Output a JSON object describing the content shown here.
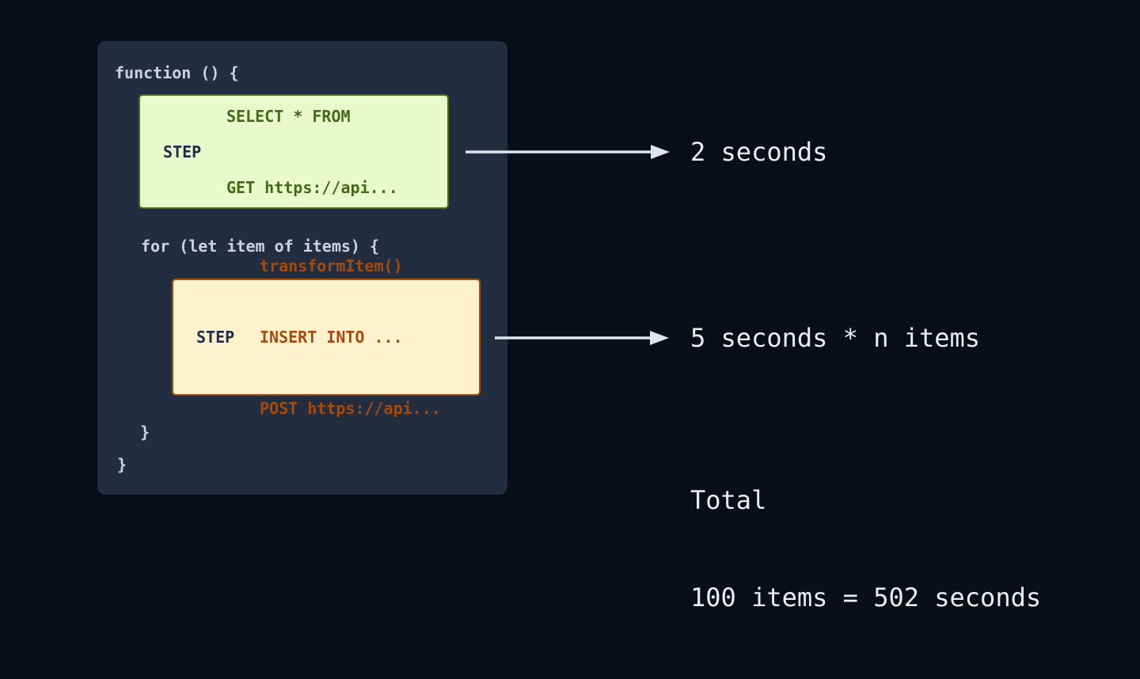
{
  "colors": {
    "background": "#0a0e17",
    "panel": "#232d40",
    "code_text": "#ccd4e0",
    "step1_bg": "#e9f9cb",
    "step1_border": "#4a7211",
    "step1_text": "#44691a",
    "step2_bg": "#fdf2cd",
    "step2_border": "#a5520f",
    "step2_text": "#a34b10",
    "step_label_text": "#1f2d44",
    "annotation_text": "#e9ecf2",
    "arrow": "#dfe4ee"
  },
  "panel": {
    "function_open": "function () {",
    "for_open": "for (let item of items) {",
    "close_inner": "}",
    "close_outer": "}",
    "step1": {
      "label": "STEP",
      "lines": [
        "SELECT * FROM",
        "GET https://api..."
      ]
    },
    "step2": {
      "label": "STEP",
      "lines": [
        "transformItem()",
        "INSERT INTO ...",
        "POST https://api..."
      ]
    }
  },
  "annotations": {
    "step1_duration": "2 seconds",
    "step2_duration": "5 seconds * n items",
    "total_title": "Total",
    "total_value": "100 items = 502 seconds"
  }
}
